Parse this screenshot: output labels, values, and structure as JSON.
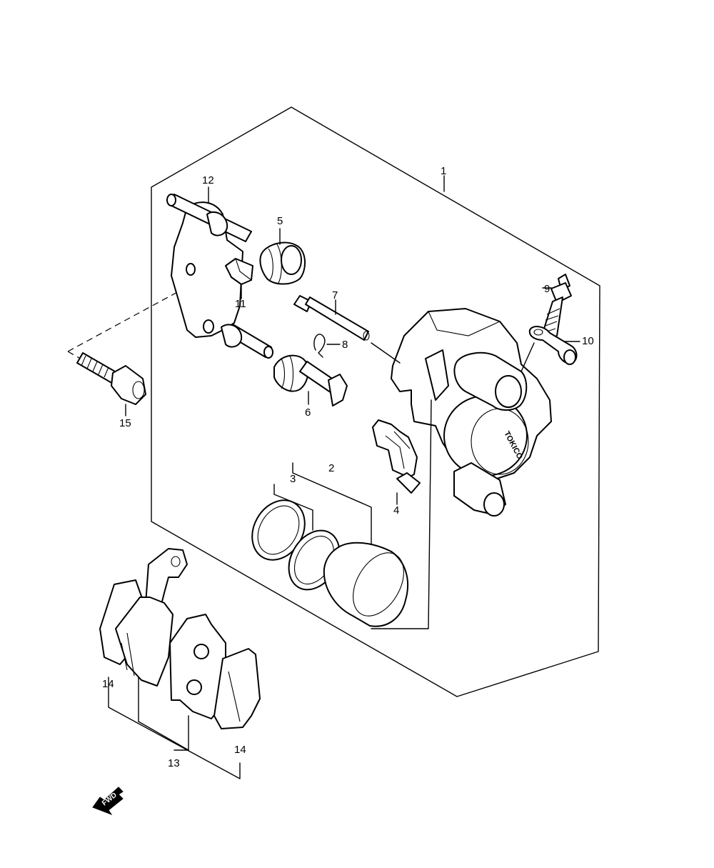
{
  "callouts": {
    "c1": "1",
    "c2": "2",
    "c3": "3",
    "c4": "4",
    "c5": "5",
    "c6": "6",
    "c7": "7",
    "c8": "8",
    "c9": "9",
    "c10": "10",
    "c11": "11",
    "c12": "12",
    "c13": "13",
    "c14a": "14",
    "c14b": "14",
    "c15": "15"
  },
  "stamp": "TOKICO",
  "fwd_label": "FWD"
}
